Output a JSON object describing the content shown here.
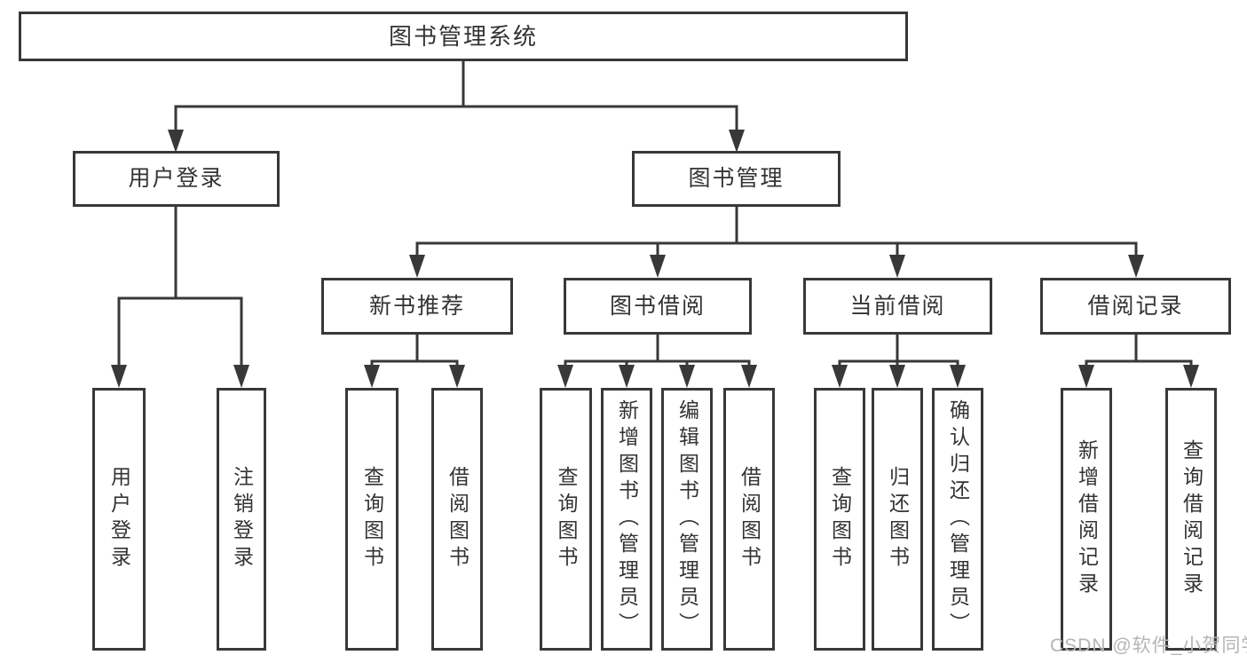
{
  "diagram": {
    "root_label": "图书管理系统",
    "nodes": {
      "user_login": {
        "label": "用户登录",
        "children": [
          "用户登录",
          "注销登录"
        ]
      },
      "book_mgmt": {
        "label": "图书管理"
      },
      "new_books": {
        "label": "新书推荐",
        "children": [
          "查询图书",
          "借阅图书"
        ]
      },
      "book_borrow": {
        "label": "图书借阅",
        "children": [
          "查询图书",
          "新增图书（管理员）",
          "编辑图书（管理员）",
          "借阅图书"
        ]
      },
      "current_borrow": {
        "label": "当前借阅",
        "children": [
          "查询图书",
          "归还图书",
          "确认归还（管理员）"
        ]
      },
      "borrow_records": {
        "label": "借阅记录",
        "children": [
          "新增借阅记录",
          "查询借阅记录"
        ]
      }
    }
  },
  "watermark": {
    "text": "CSDN @软件_小贺同学",
    "color": "#b5b5b5"
  },
  "colors": {
    "line": "#383838",
    "text": "#333333",
    "box_background": "#ffffff",
    "page_background": "#ffffff"
  }
}
